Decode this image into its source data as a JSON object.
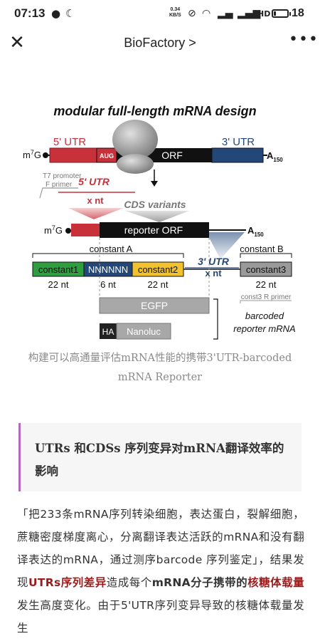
{
  "status": {
    "time": "07:13",
    "speed_top": "0.34",
    "speed_unit": "KB/S",
    "battery_level": 18,
    "battery_text": "18"
  },
  "nav": {
    "close_symbol": "✕",
    "title": "BioFactory >",
    "more_symbol": "•••"
  },
  "figure": {
    "title": "modular full-length mRNA design",
    "cap_label": "m7G",
    "utr5": "5' UTR",
    "aug": "AUG",
    "orf": "ORF",
    "utr3": "3' UTR",
    "polyA": "A150",
    "t7_promoter": "T7 promoter",
    "f_primer": "F primer",
    "utr5_var": "5' UTR",
    "x_nt": "x nt",
    "cds_variants": "CDS variants",
    "reporter_orf": "reporter ORF",
    "constant_a": "constant A",
    "constant_b": "constant B",
    "utr3_var": "3' UTR",
    "x_nt_2": "x nt",
    "constant1": "constant1",
    "barcode": "NNNNNN",
    "constant2": "constant2",
    "constant3": "constant3",
    "nt22_a": "22 nt",
    "nt6": "6 nt",
    "nt22_b": "22 nt",
    "nt22_c": "22 nt",
    "r_primer": "const3 R primer",
    "egfp": "EGFP",
    "ha": "HA",
    "nanoluc": "Nanoluc",
    "barcoded": "barcoded",
    "reporter_mrna": "reporter mRNA",
    "colors": {
      "red": "#c8303a",
      "blue": "#24477a",
      "green": "#2e9e3e",
      "yellow": "#f2c12e",
      "gray": "#9a9a9a"
    }
  },
  "caption": "构建可以高通量评估mRNA性能的携带3'UTR-barcoded mRNA Reporter",
  "heading": "UTRs 和CDSs 序列变异对mRNA翻译效率的影响",
  "paragraph": {
    "p1": "「把233条mRNA序列转染细胞，表达蛋白，裂解细胞，蔗糖密度梯度离心，分离翻译表达活跃的mRNA和没有翻译表达的mRNA，通过测序barcode 序列鉴定」，结果发现",
    "hl1": "UTRs序列差异",
    "p2": "造成每个",
    "b1": "mRNA分子携带的",
    "hl2": "核糖体载量",
    "p3": "发生高度变化。由于5'UTR序列变异导致的核糖体载量发生"
  }
}
